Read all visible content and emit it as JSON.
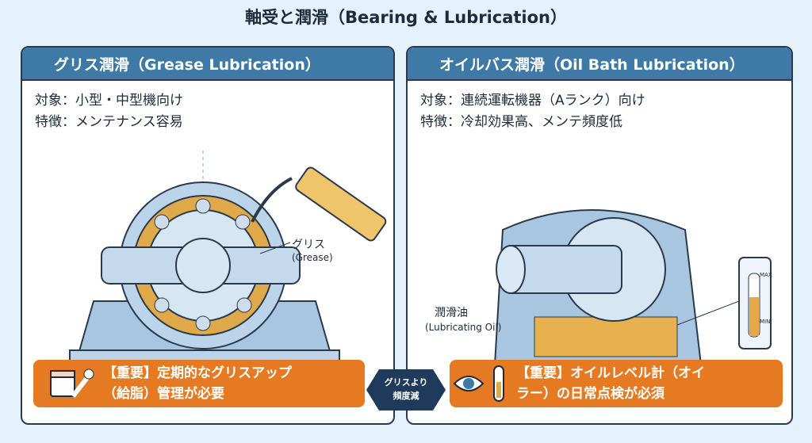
{
  "title": "軸受と潤滑（Bearing & Lubrication）",
  "left": {
    "header": "グリス潤滑（Grease Lubrication）",
    "target": "対象：小型・中型機向け",
    "feature": "特徴：メンテナンス容易",
    "label_jp": "グリス",
    "label_en": "(Grease)",
    "callout_line1": "【重要】定期的なグリスアップ",
    "callout_line2": "（給脂）管理が必要"
  },
  "right": {
    "header": "オイルバス潤滑（Oil Bath Lubrication）",
    "target": "対象：連続運転機器（Aランク）向け",
    "feature": "特徴：冷却効果高、メンテ頻度低",
    "label_jp": "潤滑油",
    "label_en": "(Lubricating Oil)",
    "gauge_max": "MAX",
    "gauge_min": "MIN",
    "callout_line1": "【重要】オイルレベル計（オイ",
    "callout_line2": "ラー）の日常点検が必須"
  },
  "center": {
    "line1": "グリスより",
    "line2": "頻度減"
  },
  "colors": {
    "header": "#3f79a6",
    "callout": "#e67a22",
    "navy": "#1f3a5a",
    "grease": "#e0a94a"
  }
}
